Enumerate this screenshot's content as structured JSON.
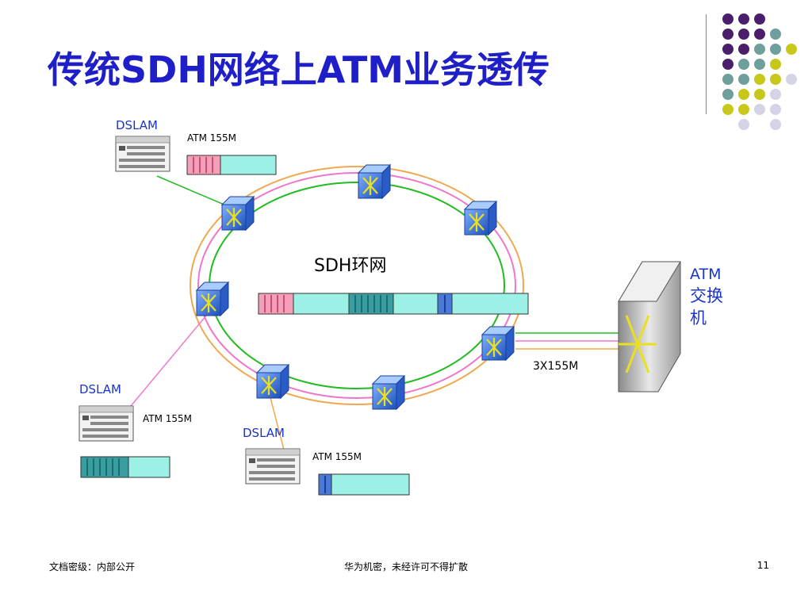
{
  "slide": {
    "title": "传统SDH网络上ATM业务透传",
    "page_number": "11"
  },
  "diagram": {
    "ring_label": "SDH环网",
    "dslam_labels": [
      "DSLAM",
      "DSLAM",
      "DSLAM"
    ],
    "atm_labels": [
      "ATM 155M",
      "ATM 155M",
      "ATM 155M"
    ],
    "switch_label_lines": [
      "ATM",
      "交换",
      "机"
    ],
    "trunk_label": "3X155M"
  },
  "footer": {
    "classification": "文档密级：内部公开",
    "confidential": "华为机密，未经许可不得扩散"
  },
  "colors": {
    "title": "#1f1fc8",
    "accent_purple": "#4b1e6b",
    "accent_teal": "#6f9f9c",
    "accent_yellow": "#c8c81a",
    "accent_lavender": "#d4d4e6",
    "ring_green": "#22bb22",
    "ring_pink": "#ee77cc",
    "ring_orange": "#f0a850",
    "node_blue": "#3a7be0",
    "label_blue": "#1a35c8"
  },
  "icons": [
    "dslam-icon",
    "sdh-node-icon",
    "atm-switch-icon"
  ]
}
